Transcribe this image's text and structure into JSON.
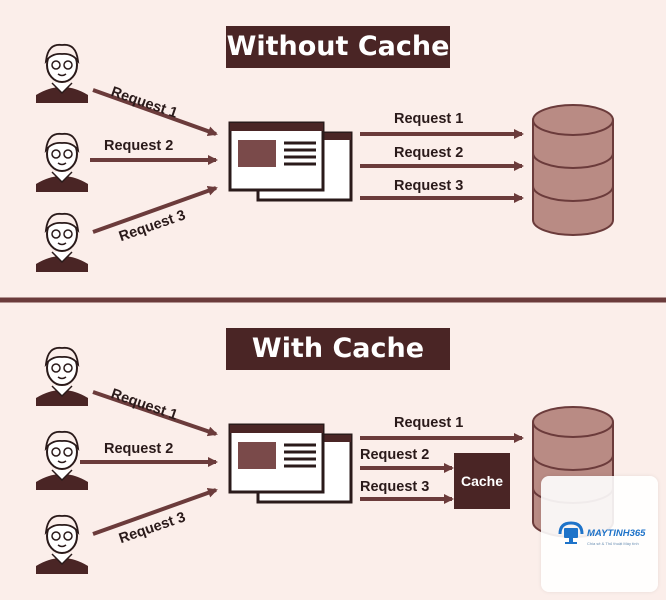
{
  "titles": {
    "without": "Without Cache",
    "with": "With Cache"
  },
  "top": {
    "client_requests": [
      "Request 1",
      "Request 2",
      "Request 3"
    ],
    "server_requests": [
      "Request 1",
      "Request 2",
      "Request 3"
    ]
  },
  "bottom": {
    "client_requests": [
      "Request 1",
      "Request 2",
      "Request 3"
    ],
    "db_request": "Request 1",
    "cache_requests": [
      "Request 2",
      "Request 3"
    ],
    "cache_label": "Cache"
  },
  "watermark": {
    "brand": "MAYTINH365",
    "tagline": "Chia sẻ & Thủ thuật Máy tính"
  },
  "colors": {
    "background": "#fbeeea",
    "dark": "#4a2525",
    "arrow": "#6b3b3b",
    "db_fill": "#b98b84",
    "accent": "#1e73c9"
  },
  "icons": [
    "user-avatar-icon",
    "browser-window-icon",
    "database-icon",
    "arrow-icon"
  ]
}
